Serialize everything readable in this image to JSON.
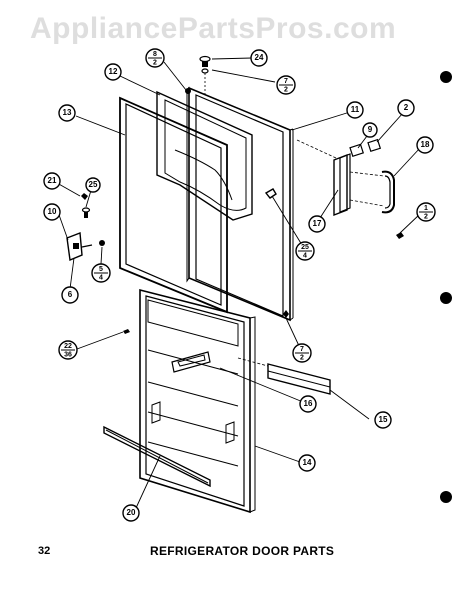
{
  "watermark": "AppliancePartsPros.com",
  "page_number": "32",
  "title": "REFRIGERATOR DOOR PARTS",
  "callouts": {
    "c24": "24",
    "c12": "12",
    "c11": "11",
    "c13": "13",
    "c2": "2",
    "c9": "9",
    "c18": "18",
    "c21": "21",
    "c25": "25",
    "c10": "10",
    "c17": "17",
    "c6": "6",
    "c15": "15",
    "c16": "16",
    "c14": "14",
    "c20": "20"
  },
  "fractions": {
    "f8_2": {
      "top": "8",
      "bottom": "2"
    },
    "f7_2a": {
      "top": "7",
      "bottom": "2"
    },
    "f1_2": {
      "top": "1",
      "bottom": "2"
    },
    "f25_4": {
      "top": "25",
      "bottom": "4"
    },
    "f5_4": {
      "top": "5",
      "bottom": "4"
    },
    "f7_2b": {
      "top": "7",
      "bottom": "2"
    },
    "f22_36": {
      "top": "22",
      "bottom": "36"
    }
  }
}
